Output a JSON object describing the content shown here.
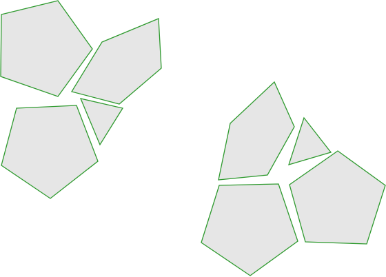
{
  "style": {
    "fill": "#e6e6e6",
    "stroke": "#2e9a2e",
    "background": "#ffffff"
  },
  "clusters": [
    {
      "name": "cluster-left",
      "shapes": [
        {
          "name": "pentagon-top-left",
          "kind": "pentagon"
        },
        {
          "name": "quad-top-right",
          "kind": "quadrilateral"
        },
        {
          "name": "triangle-middle",
          "kind": "triangle"
        },
        {
          "name": "pentagon-bottom",
          "kind": "pentagon"
        }
      ]
    },
    {
      "name": "cluster-right",
      "shapes": [
        {
          "name": "quad-top",
          "kind": "quadrilateral"
        },
        {
          "name": "triangle-right",
          "kind": "triangle"
        },
        {
          "name": "pentagon-bottom-left",
          "kind": "pentagon"
        },
        {
          "name": "pentagon-bottom-right",
          "kind": "pentagon"
        }
      ]
    }
  ]
}
